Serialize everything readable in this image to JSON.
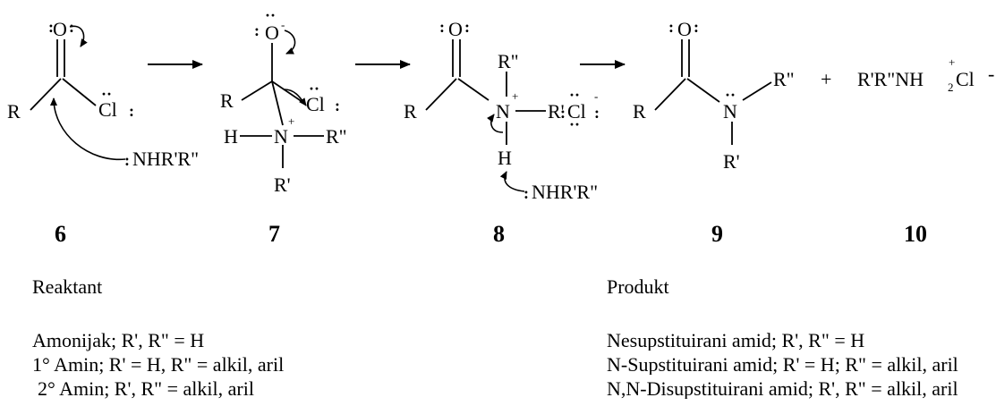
{
  "compounds": [
    {
      "number": "6"
    },
    {
      "number": "7"
    },
    {
      "number": "8"
    },
    {
      "number": "9"
    },
    {
      "number": "10"
    }
  ],
  "atoms": {
    "O": "O",
    "Cl": "Cl",
    "N": "N",
    "H": "H",
    "R": "R",
    "R1": "R'",
    "R2": "R\"",
    "NHRR": "NHR'R\"",
    "plus": "+",
    "minus": "-"
  },
  "salt": {
    "left": "R'R\"NH",
    "sub": "2",
    "right": "Cl",
    "charge_plus": "+",
    "charge_minus": "-"
  },
  "reactant": {
    "heading": "Reaktant",
    "lines": [
      "Amonijak; R', R\" = H",
      "1° Amin; R' = H, R\" = alkil, aril",
      "2° Amin; R', R\" = alkil, aril"
    ]
  },
  "product": {
    "heading": "Produkt",
    "lines": [
      "Nesupstituirani amid; R', R\" = H",
      "N-Supstituirani amid; R' = H; R\" = alkil, aril",
      "N,N-Disupstituirani amid; R', R\" = alkil, aril"
    ]
  }
}
